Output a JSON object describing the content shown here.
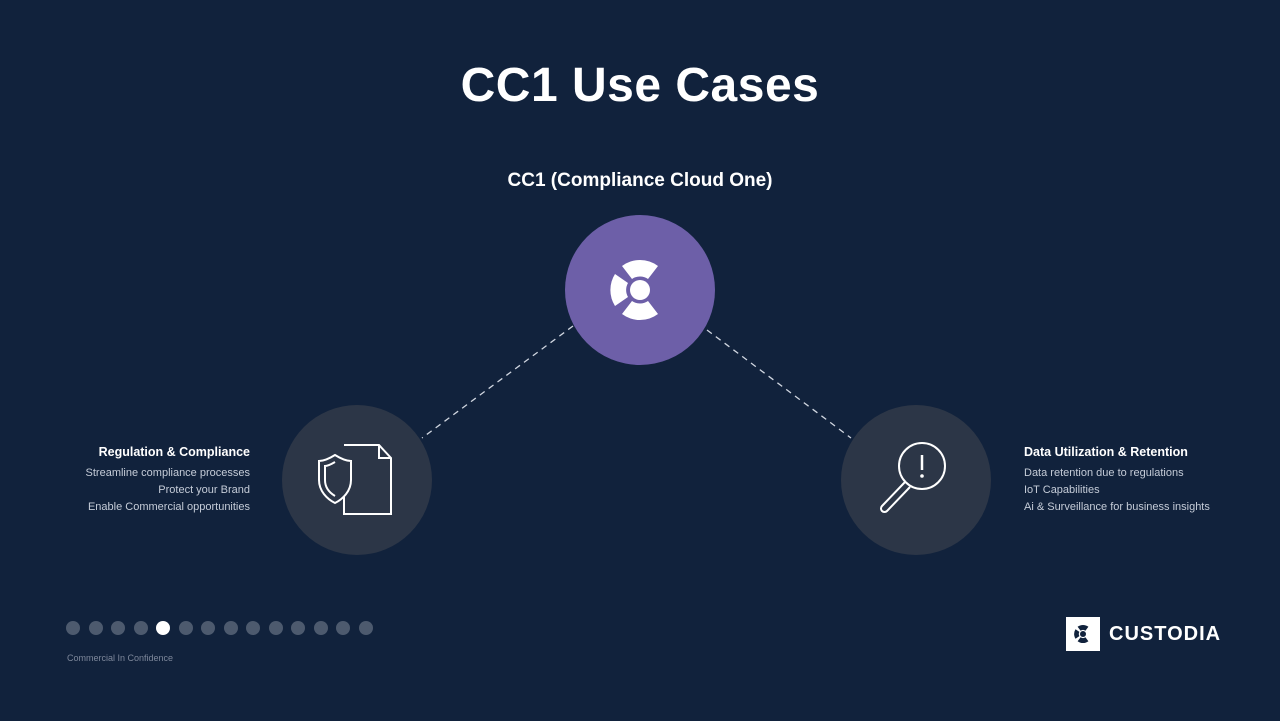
{
  "slide": {
    "title": "CC1 Use Cases",
    "subtitle": "CC1 (Compliance Cloud One)"
  },
  "left_block": {
    "heading": "Regulation & Compliance",
    "lines": [
      "Streamline compliance processes",
      "Protect your Brand",
      "Enable Commercial opportunities"
    ],
    "icon": "shield-document-icon"
  },
  "right_block": {
    "heading": "Data Utilization & Retention",
    "lines": [
      "Data retention due to regulations",
      "IoT Capabilities",
      "Ai & Surveillance  for business insights"
    ],
    "icon": "magnifier-alert-icon"
  },
  "center_icon": "custodia-logo-icon",
  "pagination": {
    "total": 14,
    "active_index": 4
  },
  "footer": {
    "confidentiality": "Commercial In Confidence",
    "brand_name": "CUSTODIA"
  },
  "colors": {
    "background": "#11223c",
    "accent_purple": "#6d5fa8",
    "circle_gray": "#2c3647",
    "dot_inactive": "#4d5a6e",
    "dot_active": "#ffffff"
  }
}
